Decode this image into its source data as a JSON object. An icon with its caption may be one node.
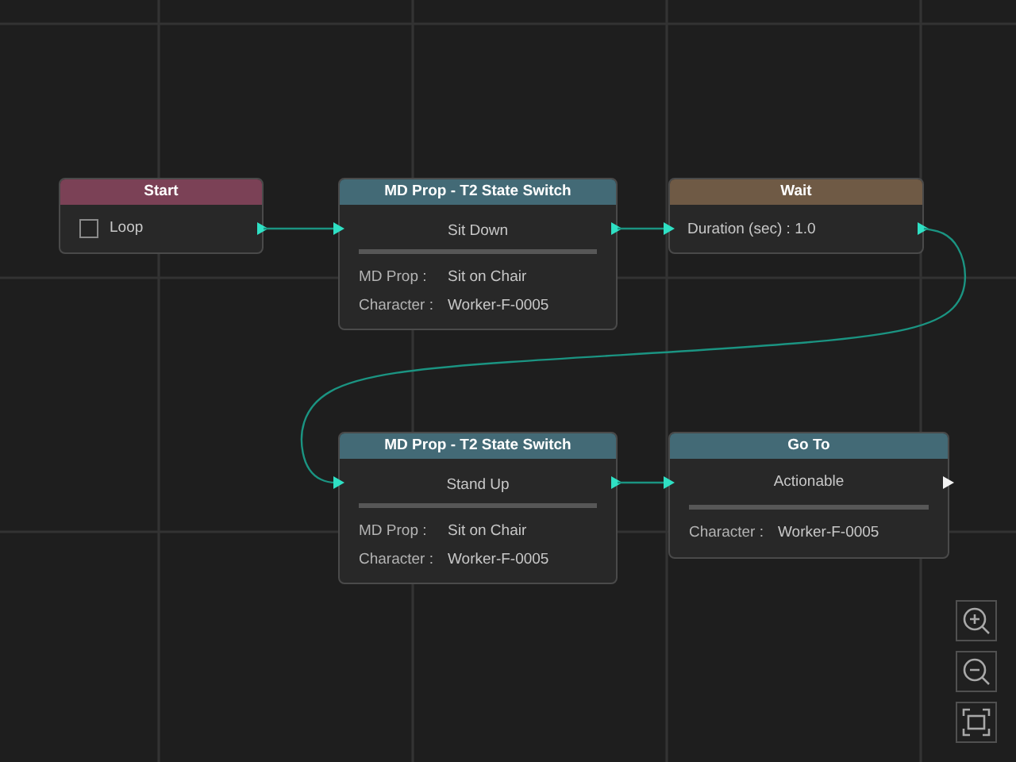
{
  "diagram": {
    "nodes": [
      {
        "text": [
          "Start",
          "Loop"
        ]
      },
      {
        "text": [
          "MD Prop - T2 State Switch",
          "Sit Down",
          "MD Prop :",
          "Sit on Chair",
          "Character :",
          "Worker-F-0005"
        ]
      },
      {
        "text": [
          "Wait",
          "Duration (sec) : 1.0"
        ]
      },
      {
        "text": [
          "MD Prop - T2 State Switch",
          "Stand Up",
          "MD Prop :",
          "Sit on Chair",
          "Character :",
          "Worker-F-0005"
        ]
      },
      {
        "text": [
          "Go To",
          "Actionable",
          "Character :",
          "Worker-F-0005"
        ]
      }
    ],
    "edges": [
      {
        "from": 0,
        "to": 1,
        "arrow": "to"
      },
      {
        "from": 1,
        "to": 2,
        "arrow": "to"
      },
      {
        "from": 2,
        "to": 3,
        "arrow": "to"
      },
      {
        "from": 3,
        "to": 4,
        "arrow": "to"
      }
    ]
  }
}
